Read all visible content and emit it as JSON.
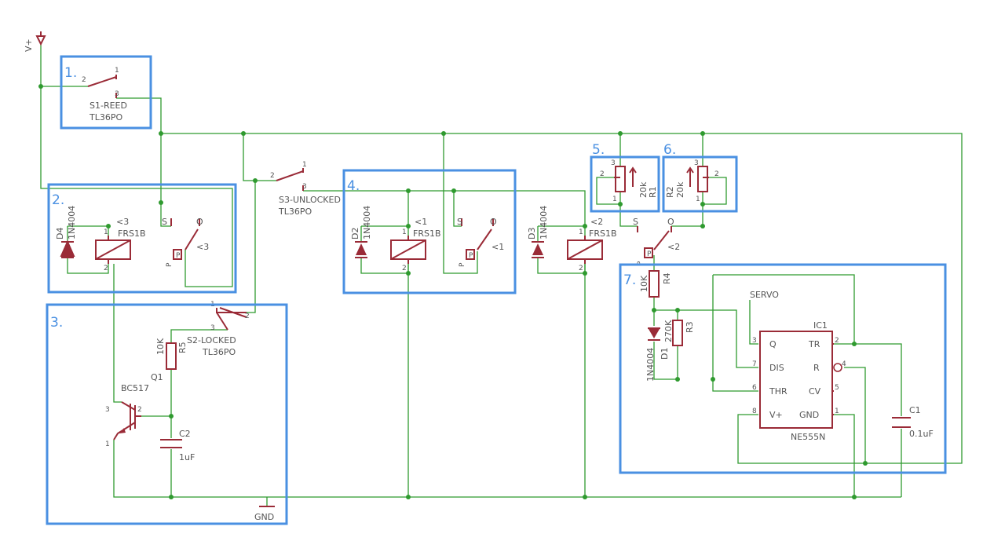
{
  "supply": {
    "vplus": "V+",
    "gnd": "GND"
  },
  "sections": [
    "1.",
    "2.",
    "3.",
    "4.",
    "5.",
    "6.",
    "7."
  ],
  "switches": {
    "s1": {
      "name": "S1-REED",
      "model": "TL36PO",
      "p1": "1",
      "p2": "2",
      "p3": "3"
    },
    "s2": {
      "name": "S2-LOCKED",
      "model": "TL36PO",
      "p1": "1",
      "p2": "2",
      "p3": "3"
    },
    "s3": {
      "name": "S3-UNLOCKED",
      "model": "TL36PO",
      "p1": "1",
      "p2": "2",
      "p3": "3"
    }
  },
  "relays": [
    {
      "diode": "D4",
      "diode_type": "1N4004",
      "ref": "<3",
      "type": "FRS1B",
      "p1": "1",
      "p2": "2",
      "s": "S",
      "o": "O",
      "p": "P",
      "pv": "P"
    },
    {
      "diode": "D2",
      "diode_type": "1N4004",
      "ref": "<1",
      "type": "FRS1B",
      "p1": "1",
      "p2": "2",
      "s": "S",
      "o": "O",
      "p": "P",
      "pv": "P"
    },
    {
      "diode": "D3",
      "diode_type": "1N4004",
      "ref": "<2",
      "type": "FRS1B",
      "p1": "1",
      "p2": "2",
      "s": "S",
      "o": "O",
      "p": "P",
      "pv": "P"
    }
  ],
  "transistor": {
    "name": "Q1",
    "type": "BC517",
    "p1": "1",
    "p2": "2",
    "p3": "3"
  },
  "resistors": {
    "r5": {
      "name": "R5",
      "value": "10K"
    },
    "r4": {
      "name": "R4",
      "value": "10K"
    },
    "r3": {
      "name": "R3",
      "value": "270K"
    }
  },
  "pots": {
    "r1": {
      "name": "R1",
      "value": "20k",
      "p1": "1",
      "p2": "2",
      "p3": "3"
    },
    "r2": {
      "name": "R2",
      "value": "20k",
      "p1": "1",
      "p2": "2",
      "p3": "3"
    }
  },
  "capacitors": {
    "c2": {
      "name": "C2",
      "value": "1uF"
    },
    "c1": {
      "name": "C1",
      "value": "0.1uF"
    }
  },
  "diode_d1": {
    "name": "D1",
    "type": "1N4004"
  },
  "timer": {
    "name": "IC1",
    "type": "NE555N",
    "servo": "SERVO",
    "pins": {
      "q": "Q",
      "q_n": "3",
      "dis": "DIS",
      "dis_n": "7",
      "thr": "THR",
      "thr_n": "6",
      "vplus": "V+",
      "vplus_n": "8",
      "tr": "TR",
      "tr_n": "2",
      "r": "R",
      "r_n": "4",
      "cv": "CV",
      "cv_n": "5",
      "gnd": "GND",
      "gnd_n": "1"
    }
  },
  "colors": {
    "wire": "#2f9a2f",
    "part": "#9a2b37",
    "box": "#4a90e2"
  }
}
